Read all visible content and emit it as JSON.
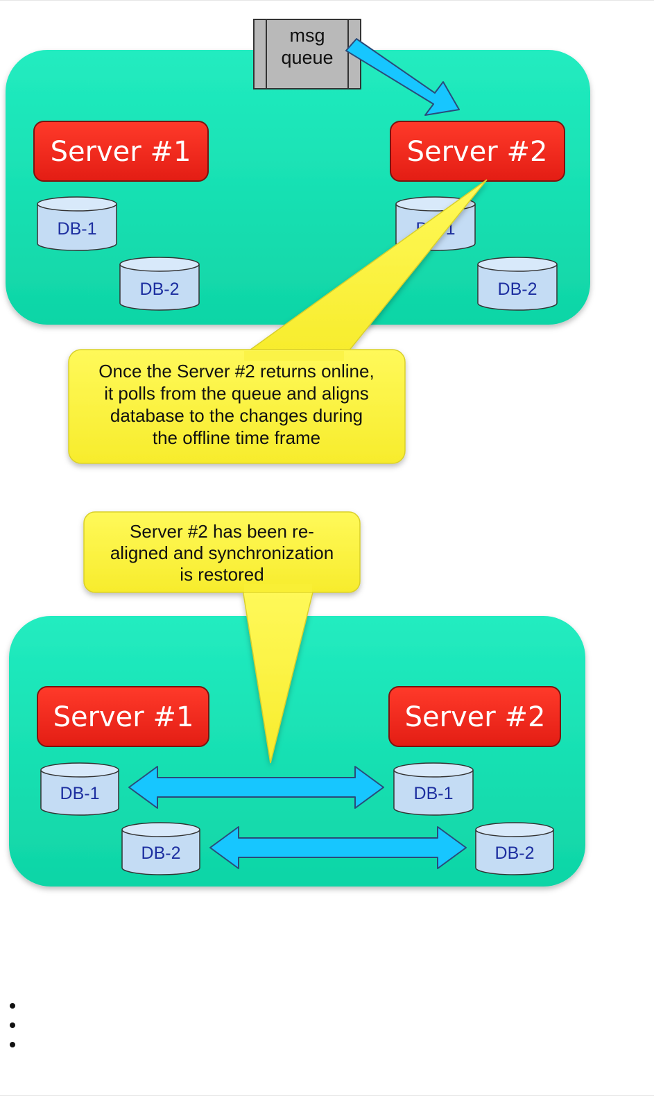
{
  "diagram_top": {
    "queue": {
      "line1": "msg",
      "line2": "queue"
    },
    "server1": "Server #1",
    "server2": "Server #2",
    "server1_db1": "DB-1",
    "server1_db2": "DB-2",
    "server2_db1": "DB-1",
    "server2_db2": "DB-2",
    "callout_lines": [
      "Once the Server #2 returns online,",
      "it polls from the queue and aligns",
      "database to the changes during",
      "the offline time frame"
    ]
  },
  "diagram_bottom": {
    "callout_lines": [
      "Server #2 has been re-",
      "aligned and synchronization",
      "is restored"
    ],
    "server1": "Server #1",
    "server2": "Server #2",
    "server1_db1": "DB-1",
    "server1_db2": "DB-2",
    "server2_db1": "DB-1",
    "server2_db2": "DB-2"
  },
  "bullets": [
    "",
    "",
    ""
  ],
  "colors": {
    "cluster": "#1ee6b4",
    "server": "#f5291f",
    "db": "#c4dcf4",
    "callout": "#fdf545",
    "arrow": "#17c6ff",
    "queue": "#b9b9b9"
  }
}
